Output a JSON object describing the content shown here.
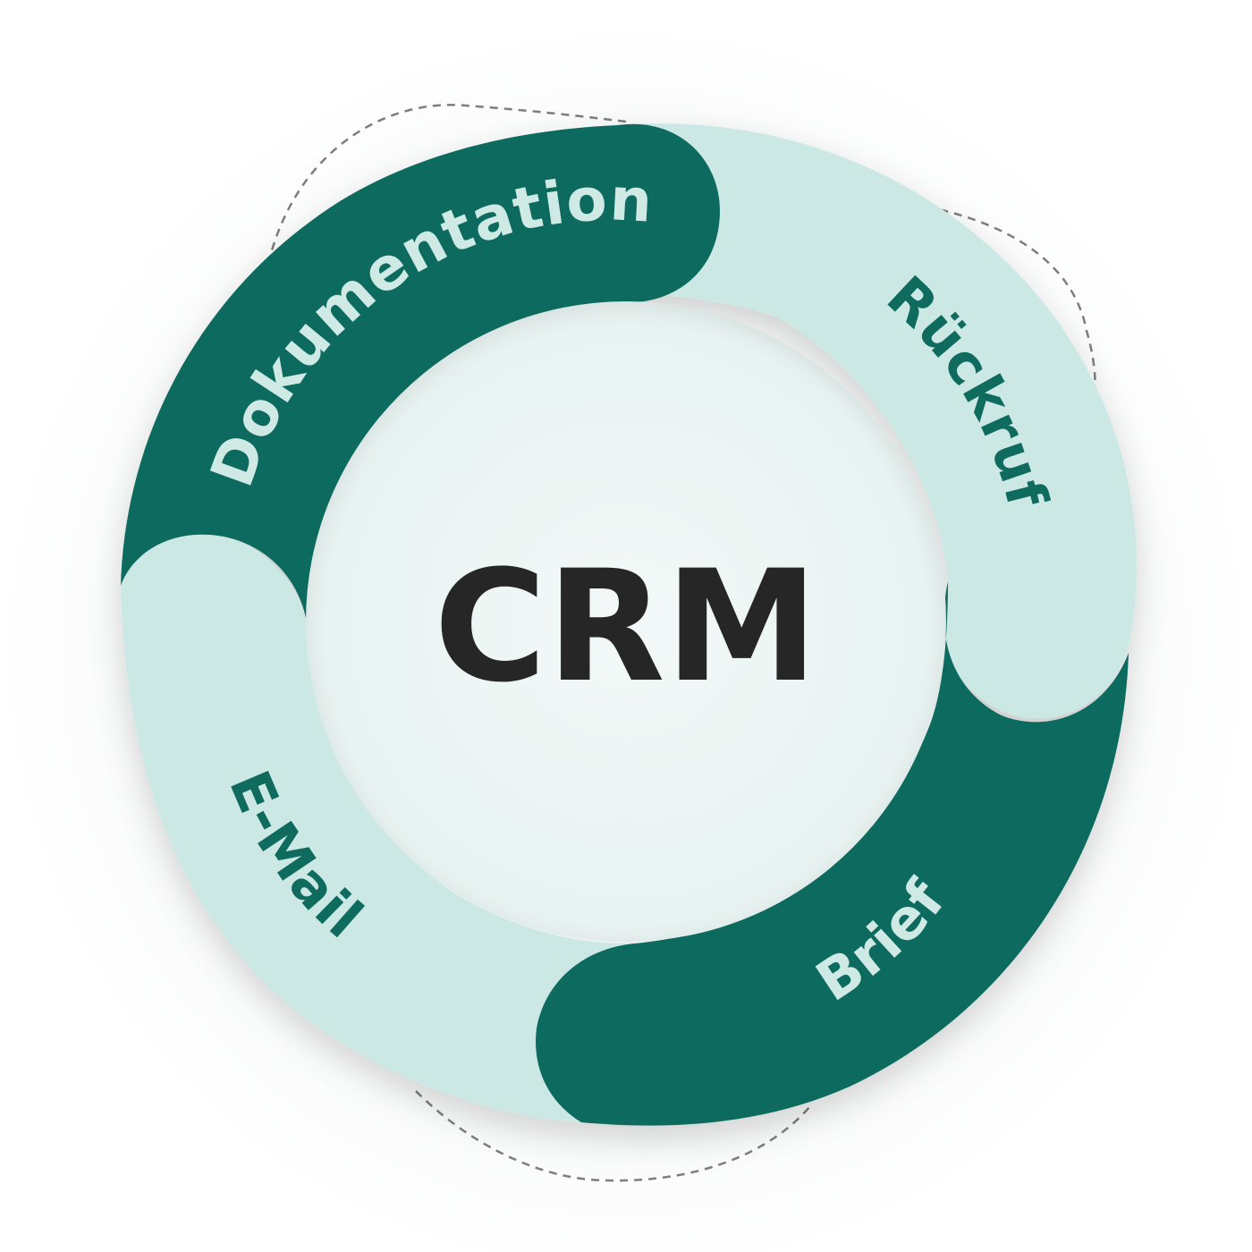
{
  "center": {
    "label": "CRM"
  },
  "segments": [
    {
      "id": "dokumentation",
      "label": "Dokumentation",
      "fill": "#0f6b5e",
      "text_color": "#cfe9e5"
    },
    {
      "id": "rueckruf",
      "label": "Rückruf",
      "fill": "#cce8e4",
      "text_color": "#0f6b5e"
    },
    {
      "id": "brief",
      "label": "Brief",
      "fill": "#0f6b5e",
      "text_color": "#cfe9e5"
    },
    {
      "id": "email",
      "label": "E-Mail",
      "fill": "#cce8e4",
      "text_color": "#0f6b5e"
    }
  ],
  "colors": {
    "dark_green": "#0f6b5e",
    "light_green": "#cce8e4",
    "center_fill": "#eef6f5",
    "center_text": "#262626",
    "dashed_outline": "#7d7d7d"
  }
}
